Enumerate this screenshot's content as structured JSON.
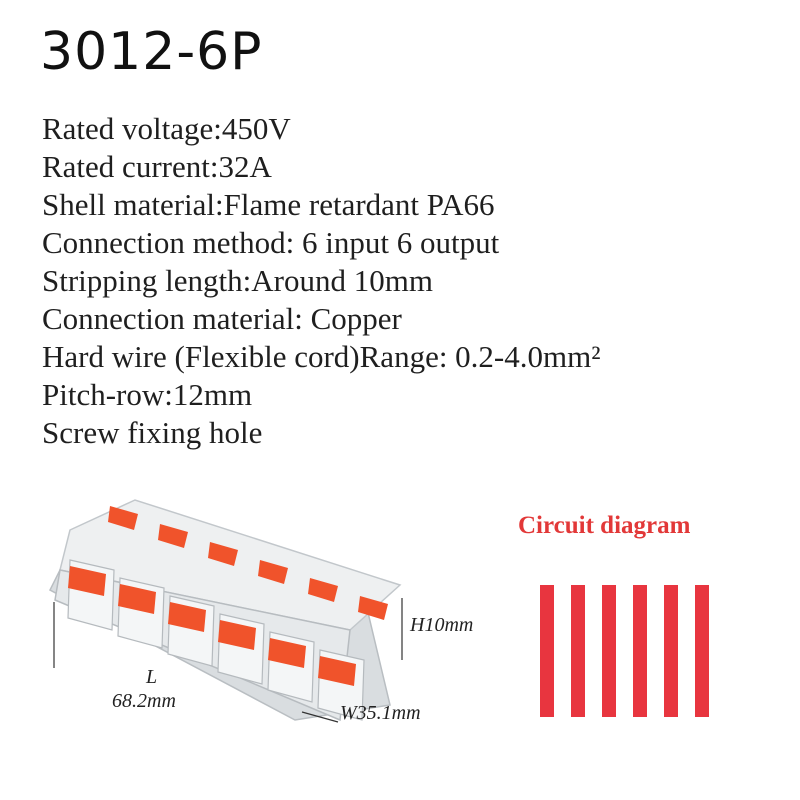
{
  "title": "3012-6P",
  "specs": [
    "Rated voltage:450V",
    "Rated current:32A",
    "Shell material:Flame retardant PA66",
    "Connection method: 6 input 6 output",
    "Stripping length:Around 10mm",
    "Connection material: Copper",
    "Hard wire (Flexible cord)Range: 0.2-4.0mm²",
    "Pitch-row:12mm",
    "Screw fixing hole"
  ],
  "dimensions": {
    "height": "H10mm",
    "length_letter": "L",
    "length_value": "68.2mm",
    "width": "W35.1mm"
  },
  "circuit": {
    "title": "Circuit diagram",
    "bar_count": 6,
    "color": "#e8353f"
  },
  "colors": {
    "lever": "#f0532b",
    "housing": "#dfe3e6"
  }
}
